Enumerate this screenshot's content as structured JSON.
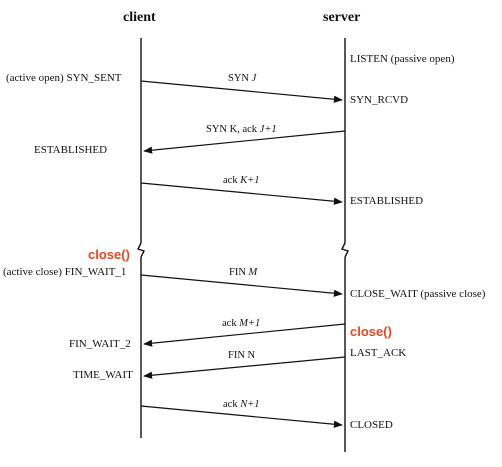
{
  "headers": {
    "client": "client",
    "server": "server"
  },
  "client_states": {
    "syn_sent_prefix": "(active open)",
    "syn_sent": "SYN_SENT",
    "established": "ESTABLISHED",
    "fin_wait_1_prefix": "(active close)",
    "fin_wait_1": "FIN_WAIT_1",
    "fin_wait_2": "FIN_WAIT_2",
    "time_wait": "TIME_WAIT"
  },
  "server_states": {
    "listen": "LISTEN",
    "listen_suffix": "(passive open)",
    "syn_rcvd": "SYN_RCVD",
    "established": "ESTABLISHED",
    "close_wait": "CLOSE_WAIT",
    "close_wait_suffix": "(passive close)",
    "last_ack": "LAST_ACK",
    "closed": "CLOSED"
  },
  "messages": {
    "syn_j": {
      "name": "SYN",
      "var": "J"
    },
    "syn_k_ack": {
      "name": "SYN K, ack",
      "var": "J+1"
    },
    "ack_k": {
      "name": "ack",
      "var": "K+1"
    },
    "fin_m": {
      "name": "FIN",
      "var": "M"
    },
    "ack_m": {
      "name": "ack",
      "var": "M+1"
    },
    "fin_n": {
      "name": "FIN N",
      "var": ""
    },
    "ack_n": {
      "name": "ack",
      "var": "N+1"
    }
  },
  "calls": {
    "client_close": "close()",
    "server_close": "close()"
  },
  "colors": {
    "close_call": "#e8461e",
    "line": "#111111"
  }
}
